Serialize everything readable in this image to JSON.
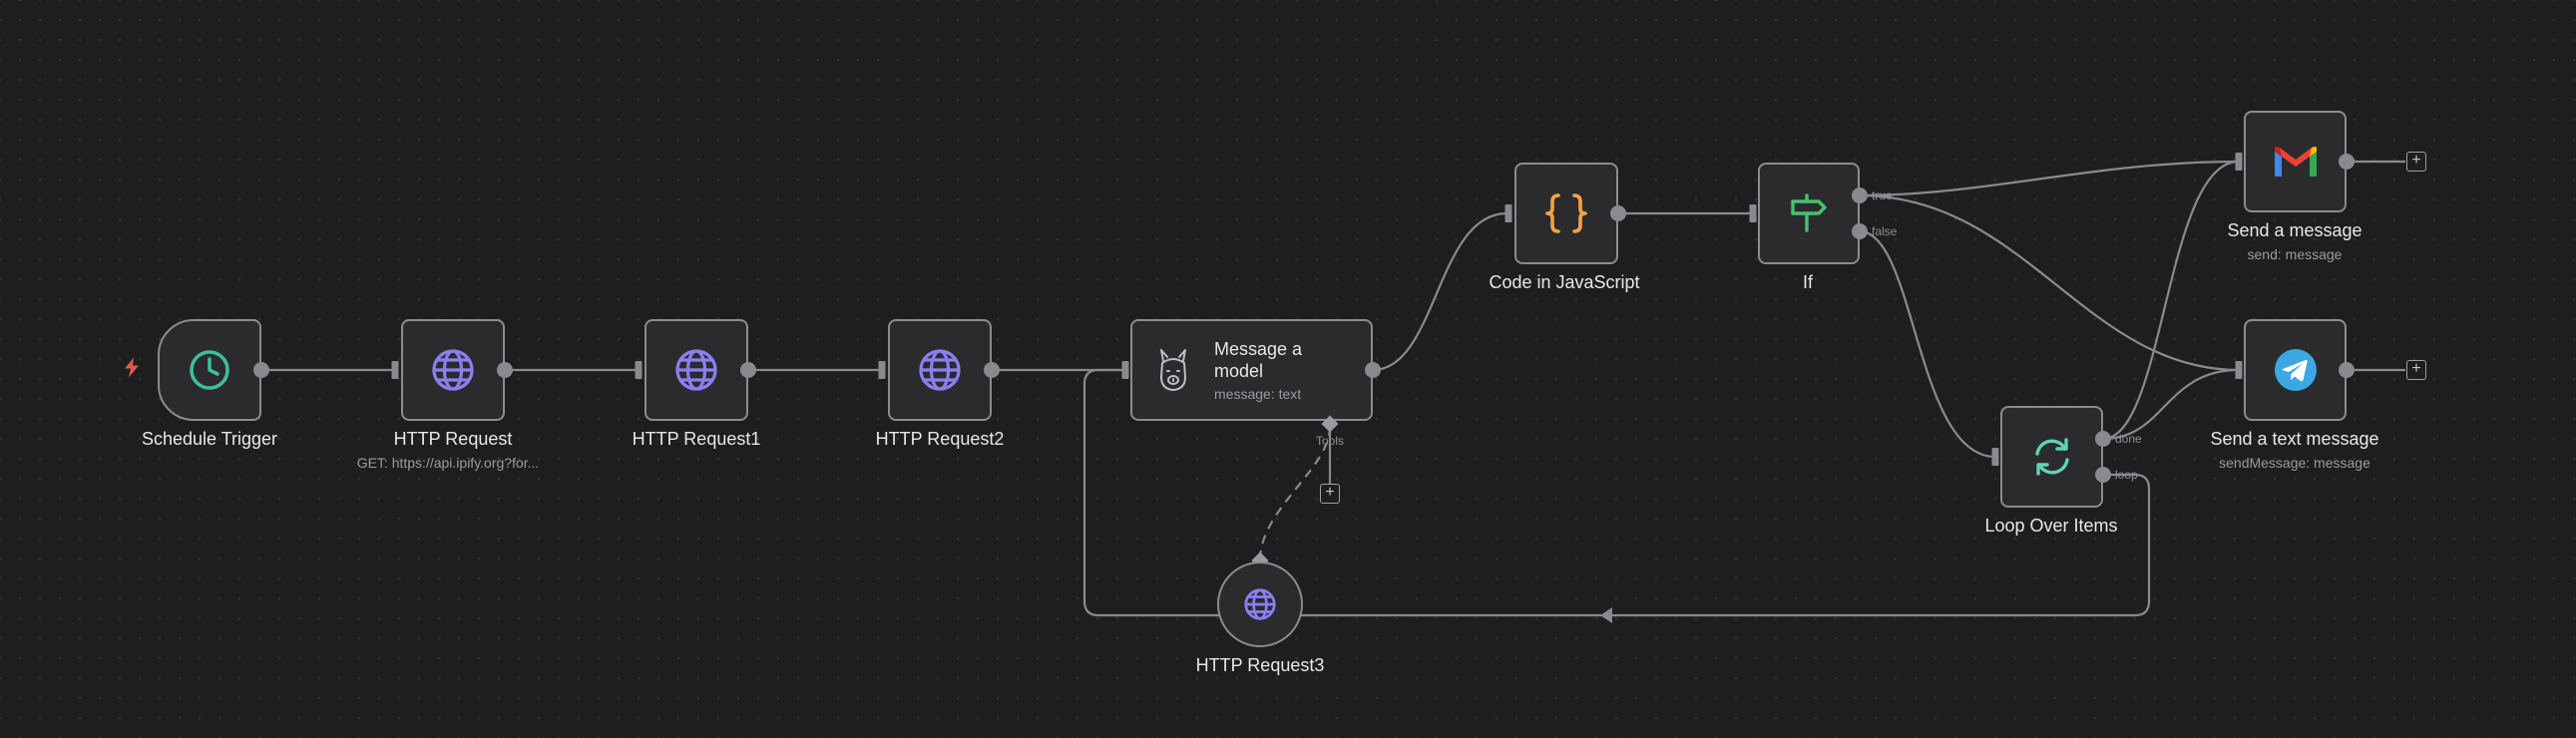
{
  "canvas": {
    "background": "#1e1e20",
    "edge_color": "#8a8a8e",
    "node_fill": "#2b2b2e",
    "node_border": "#8c8c90"
  },
  "nodes": {
    "schedule_trigger": {
      "label": "Schedule Trigger",
      "icon": "clock-icon",
      "icon_color": "#3dbf9f"
    },
    "http_request": {
      "label": "HTTP Request",
      "sublabel": "GET: https://api.ipify.org?for...",
      "icon": "globe-icon",
      "icon_color": "#8b7ff0"
    },
    "http_request1": {
      "label": "HTTP Request1",
      "icon": "globe-icon",
      "icon_color": "#8b7ff0"
    },
    "http_request2": {
      "label": "HTTP Request2",
      "icon": "globe-icon",
      "icon_color": "#8b7ff0"
    },
    "message_model": {
      "label": "Message a model",
      "sublabel": "message: text",
      "icon": "llama-icon",
      "tools_label": "Tools"
    },
    "code_js": {
      "label": "Code in JavaScript",
      "icon": "braces-icon",
      "icon_color": "#f4a340"
    },
    "if": {
      "label": "If",
      "icon": "signpost-icon",
      "icon_color": "#45c26b",
      "true_label": "true",
      "false_label": "false"
    },
    "send_message": {
      "label": "Send a message",
      "sublabel": "send: message",
      "icon": "gmail-icon"
    },
    "send_text": {
      "label": "Send a text message",
      "sublabel": "sendMessage: message",
      "icon": "telegram-icon",
      "icon_color": "#3ca7e2"
    },
    "loop": {
      "label": "Loop Over Items",
      "icon": "loop-icon",
      "icon_color": "#5ed3b3",
      "done_label": "done",
      "loop_label": "loop"
    },
    "http_request3": {
      "label": "HTTP Request3",
      "icon": "globe-icon",
      "icon_color": "#8b7ff0"
    }
  },
  "accents": {
    "trigger_bolt": "#e25b45"
  }
}
